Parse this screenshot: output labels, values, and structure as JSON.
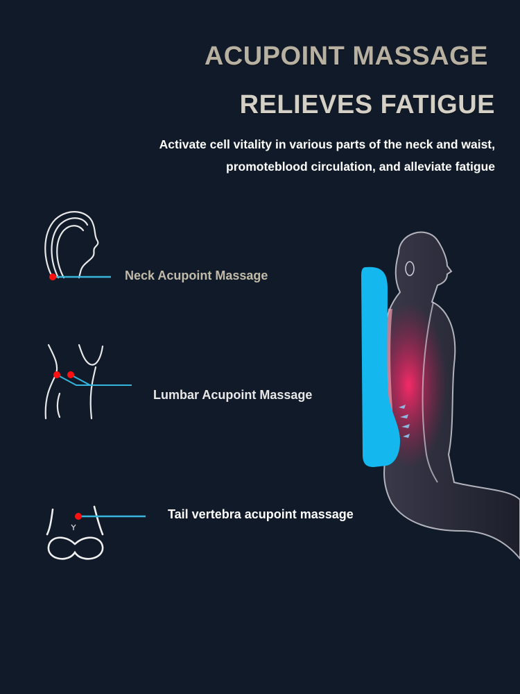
{
  "header": {
    "title_line1": "ACUPOINT MASSAGE",
    "title_line2": "RELIEVES FATIGUE",
    "subtitle_line1": "Activate cell vitality in various parts of the neck and waist,",
    "subtitle_line2": "promoteblood circulation, and alleviate fatigue"
  },
  "features": [
    {
      "label": "Neck Acupoint Massage",
      "icon": "head-profile-icon"
    },
    {
      "label": "Lumbar Acupoint Massage",
      "icon": "waist-outline-icon"
    },
    {
      "label": "Tail vertebra acupoint massage",
      "icon": "buttocks-outline-icon"
    }
  ],
  "colors": {
    "background": "#111a28",
    "title": "#bdb6a6",
    "accent_line": "#35b6dc",
    "acupoint_dot": "#ff1010",
    "cushion": "#15b8ee",
    "heat": "#e8326a"
  }
}
